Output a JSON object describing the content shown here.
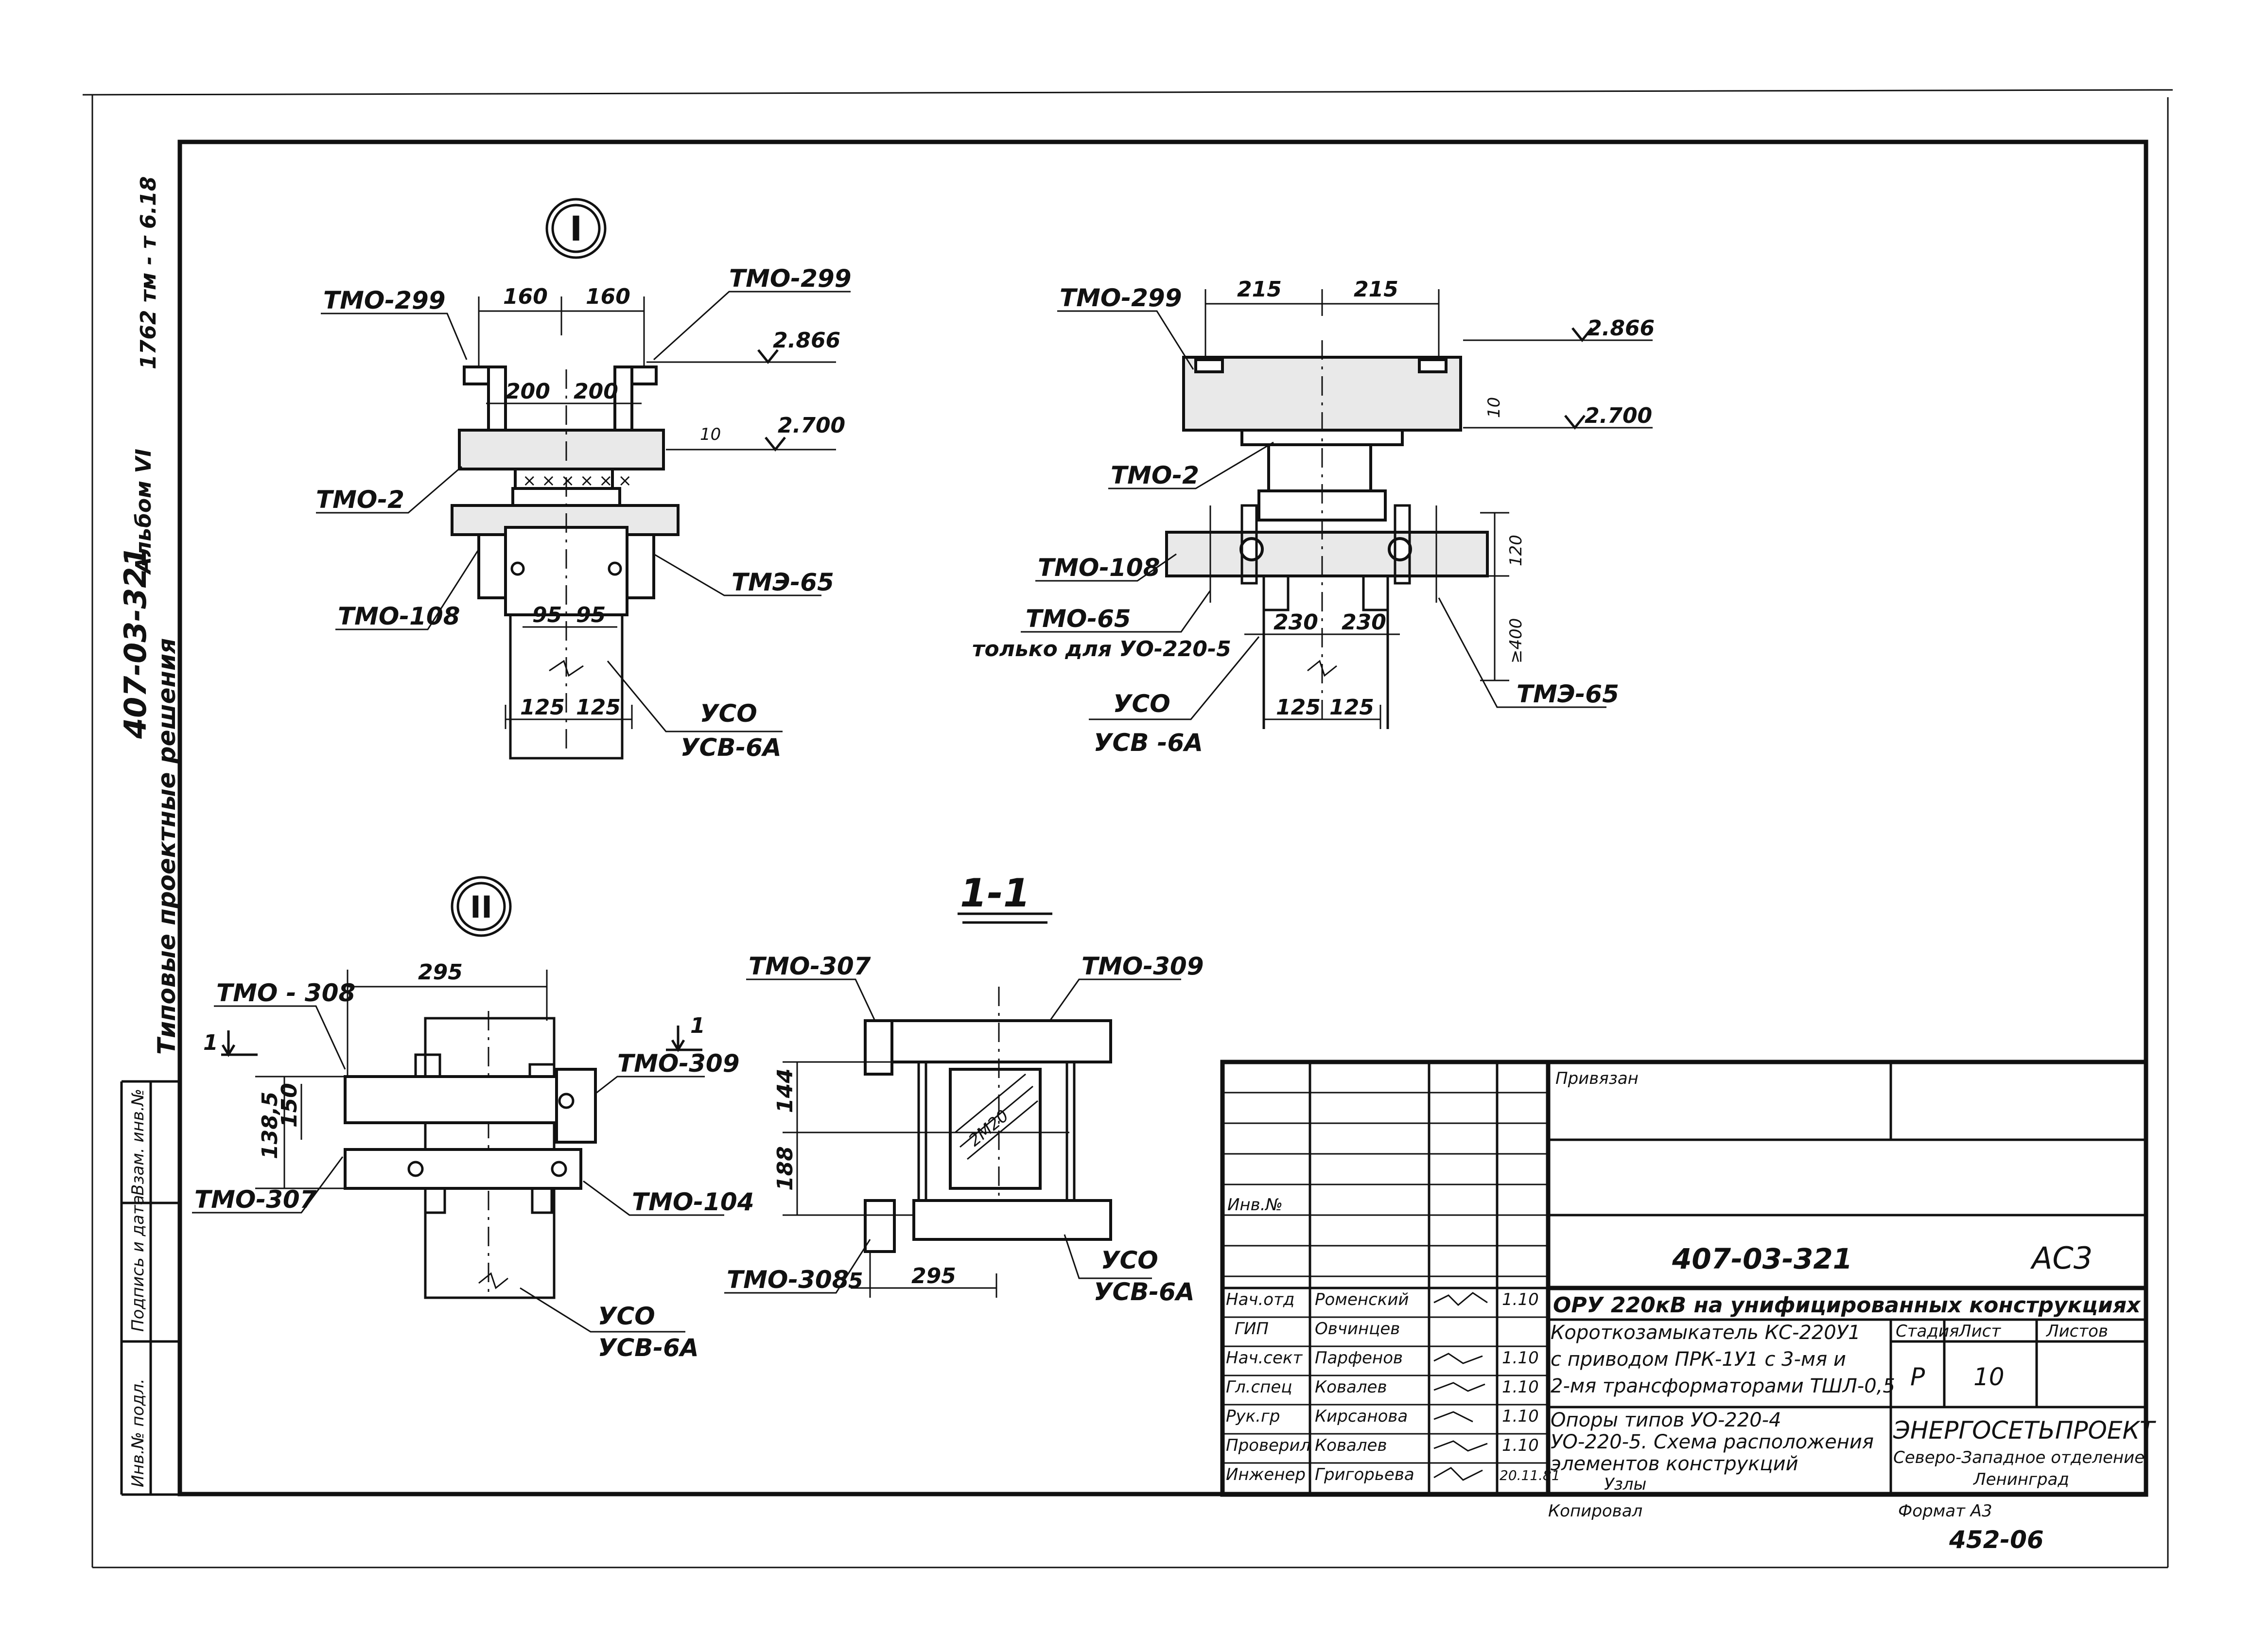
{
  "frame": {
    "side_album": "Альбом VI",
    "side_code": "407-03-321",
    "side_doc": "1762 тм - т 6.18",
    "side_typical": "Типовые проектные решения",
    "stamp_inv_orig": "Инв.№ подл.",
    "stamp_sign_date": "Подпись и дата",
    "stamp_vzam": "Взам. инв.№"
  },
  "detail1": {
    "marker": "I",
    "view_a": {
      "label_tmo299_left": "ТМО-299",
      "label_tmo299_right": "ТМО-299",
      "label_tmo2": "ТМО-2",
      "label_tmo108": "ТМО-108",
      "label_tmo65": "ТМЭ-65",
      "label_uso": "УСО",
      "label_usv": "УСВ-6А",
      "dim_160a": "160",
      "dim_160b": "160",
      "dim_200a": "200",
      "dim_200b": "200",
      "dim_95a": "95",
      "dim_95b": "95",
      "dim_125a": "125",
      "dim_125b": "125",
      "dim_10": "10",
      "elev_2866": "2.866",
      "elev_2700": "2.700"
    },
    "view_b": {
      "label_tmo299": "ТМО-299",
      "label_tmo2": "ТМО-2",
      "label_tmo108": "ТМО-108",
      "label_tmo65": "ТМО-65",
      "label_only_for": "только для УО-220-5",
      "label_tmo65_right": "ТМЭ-65",
      "label_uso": "УСО",
      "label_usv": "УСВ -6А",
      "dim_215a": "215",
      "dim_215b": "215",
      "dim_230a": "230",
      "dim_230b": "230",
      "dim_125a": "125",
      "dim_125b": "125",
      "dim_10": "10",
      "dim_120": "120",
      "dim_400": "≥400",
      "elev_2866": "2.866",
      "elev_2700": "2.700"
    }
  },
  "detail2": {
    "marker": "II",
    "label_tmo308": "ТМО - 308",
    "label_tmo309": "ТМО-309",
    "label_tmo307": "ТМО-307",
    "label_tmo104": "ТМО-104",
    "label_uso": "УСО",
    "label_usv": "УСВ-6А",
    "dim_295": "295",
    "dim_1385": "138,5",
    "dim_150": "150",
    "cut_mark": "1"
  },
  "section": {
    "title": "1-1",
    "label_tmo307": "ТМО-307",
    "label_tmo309": "ТМО-309",
    "label_tmo308": "ТМО-308",
    "label_uso": "УСО",
    "label_usv": "УСВ-6А",
    "dim_144": "144",
    "dim_188": "188",
    "dim_5": "5",
    "dim_295": "295",
    "hatch_text": "2М20"
  },
  "title_block": {
    "privyazan": "Привязан",
    "inv_no": "Инв.№",
    "doc_code": "407-03-321",
    "sheet_mark": "АС3",
    "project_title": "ОРУ 220кВ на унифицированных конструкциях",
    "roles": [
      {
        "role": "Нач.отд",
        "name": "Роменский",
        "date": "1.10"
      },
      {
        "role": "ГИП",
        "name": "Овчинцев",
        "date": ""
      },
      {
        "role": "Нач.сект",
        "name": "Парфенов",
        "date": "1.10"
      },
      {
        "role": "Гл.спец",
        "name": "Ковалев",
        "date": "1.10"
      },
      {
        "role": "Рук.гр",
        "name": "Кирсанова",
        "date": "1.10"
      },
      {
        "role": "Проверил",
        "name": "Ковалев",
        "date": "1.10"
      },
      {
        "role": "Инженер",
        "name": "Григорьева",
        "date": "20.11.81"
      }
    ],
    "desc_line1": "Короткозамыкатель КС-220У1",
    "desc_line2": "с приводом ПРК-1У1 с 3-мя и",
    "desc_line3": "2-мя трансформаторами ТШЛ-0,5",
    "desc_line4": "Опоры типов УО-220-4",
    "desc_line5": "УО-220-5. Схема расположения",
    "desc_line6": "элементов конструкций",
    "desc_line7": "Узлы",
    "stage_label": "Стадия",
    "sheet_label": "Лист",
    "sheets_label": "Листов",
    "stage": "Р",
    "sheet": "10",
    "org_name": "ЭНЕРГОСЕТЬПРОЕКТ",
    "org_branch": "Северо-Западное отделение",
    "org_city": "Ленинград",
    "copied": "Копировал",
    "format": "Формат А3",
    "order_no": "452-06"
  }
}
